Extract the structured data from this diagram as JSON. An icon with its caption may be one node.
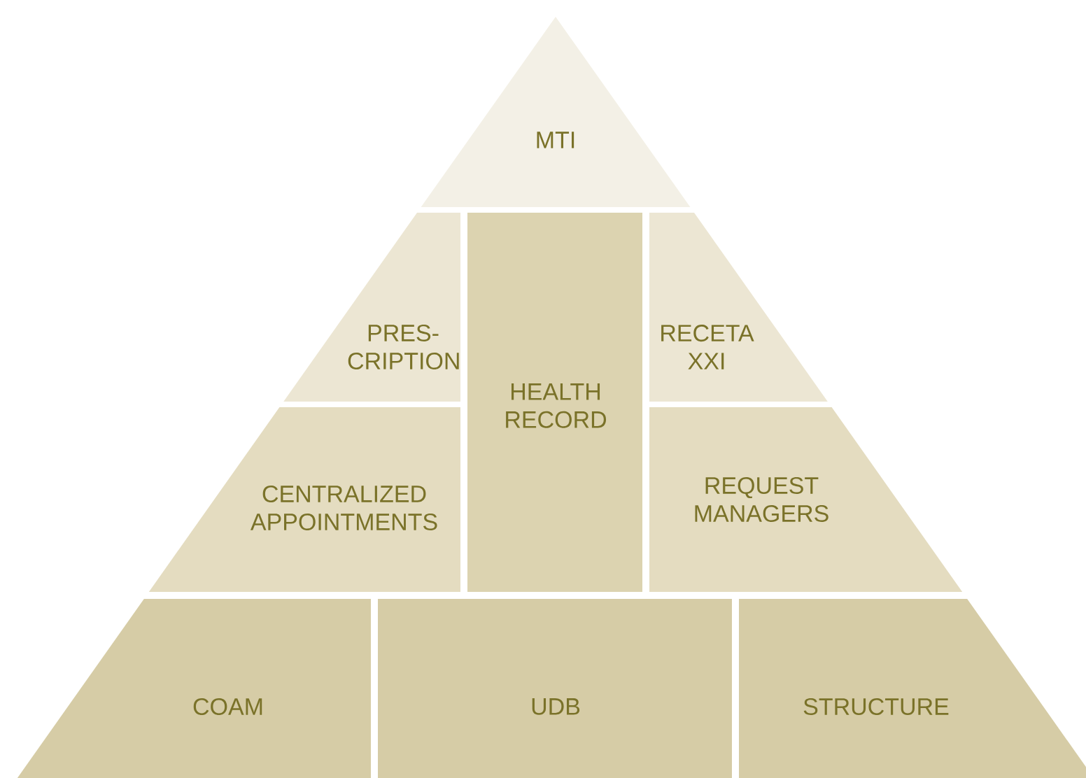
{
  "diagram": {
    "nodes": [
      {
        "text": [
          "MTI"
        ]
      },
      {
        "text": [
          "PRES- CRIPTION"
        ]
      },
      {
        "text": [
          "HEALTH RECORD"
        ]
      },
      {
        "text": [
          "RECETA XXI"
        ]
      },
      {
        "text": [
          "CENTRALIZED APPOINTMENTS"
        ]
      },
      {
        "text": [
          "REQUEST MANAGERS"
        ]
      },
      {
        "text": [
          "COAM"
        ]
      },
      {
        "text": [
          "UDB"
        ]
      },
      {
        "text": [
          "STRUCTURE"
        ]
      }
    ]
  }
}
